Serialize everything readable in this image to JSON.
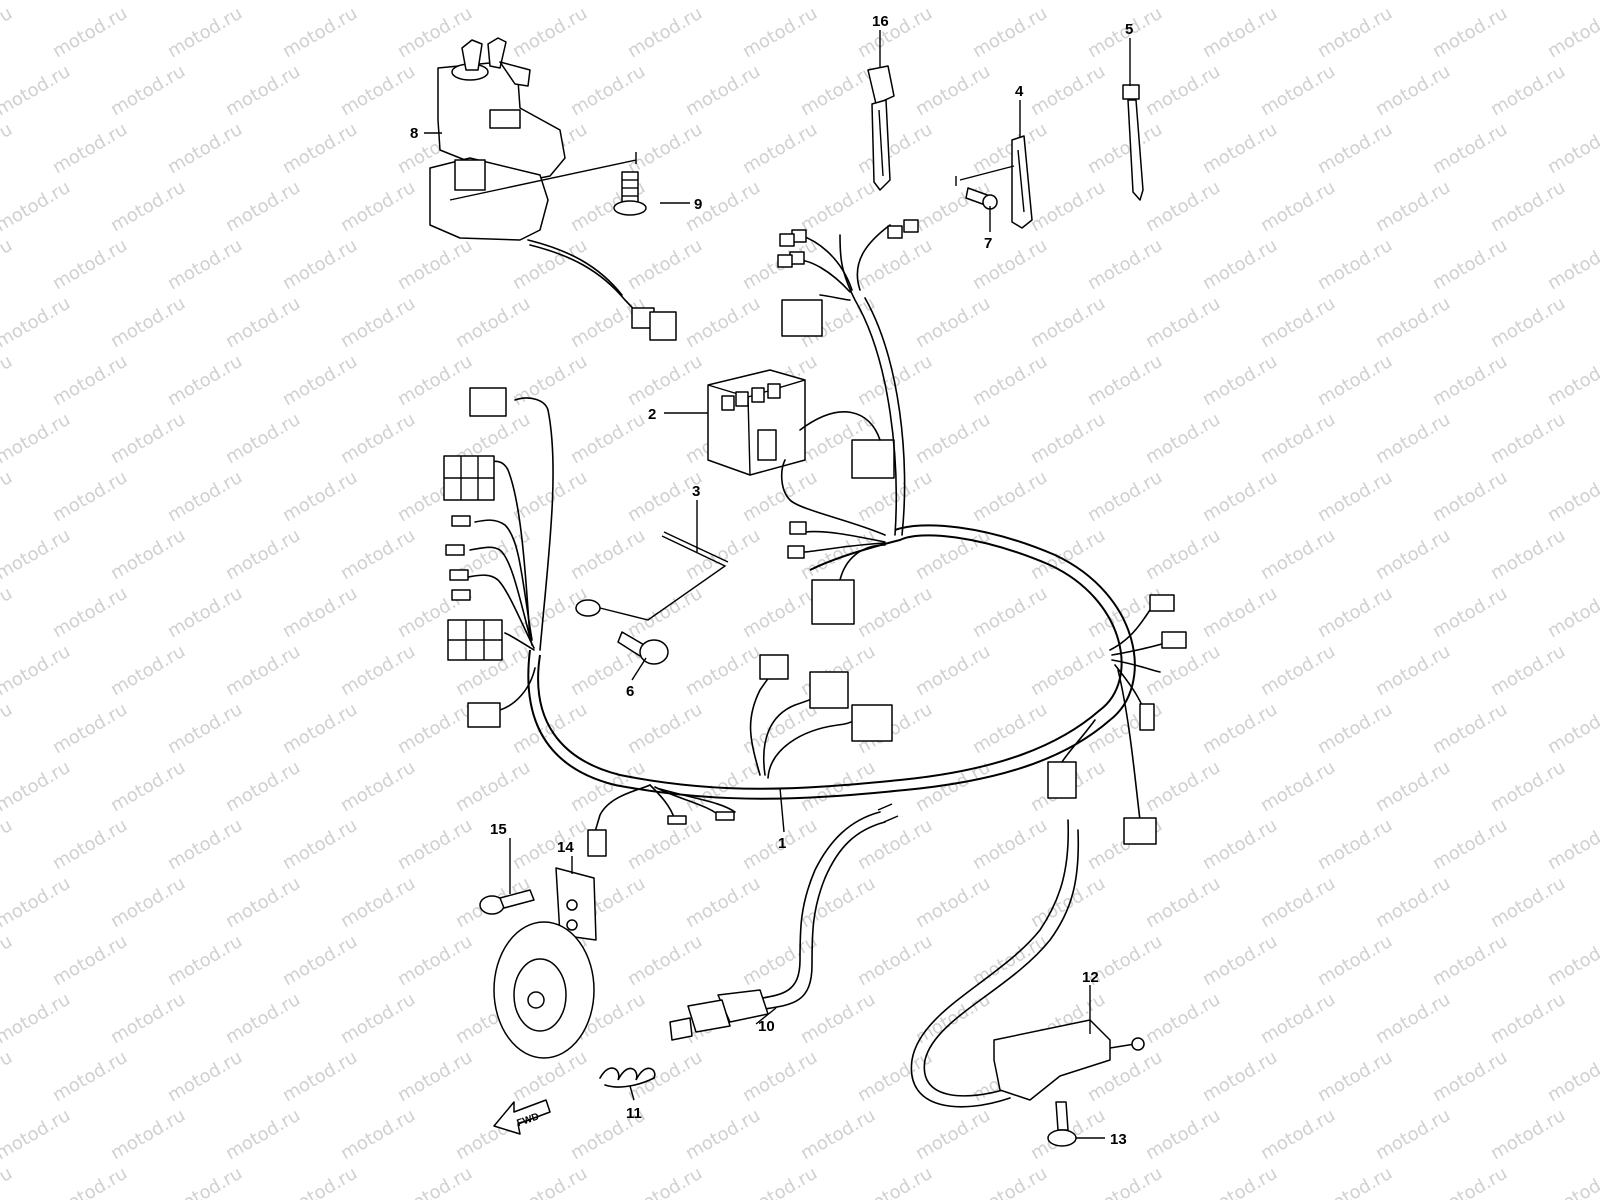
{
  "watermark": "motod.ru",
  "callouts": {
    "c1": "1",
    "c2": "2",
    "c3": "3",
    "c4": "4",
    "c5": "5",
    "c6": "6",
    "c7": "7",
    "c8": "8",
    "c9": "9",
    "c10": "10",
    "c11": "11",
    "c12": "12",
    "c13": "13",
    "c14": "14",
    "c15": "15",
    "c16": "16"
  },
  "direction": "FWD"
}
